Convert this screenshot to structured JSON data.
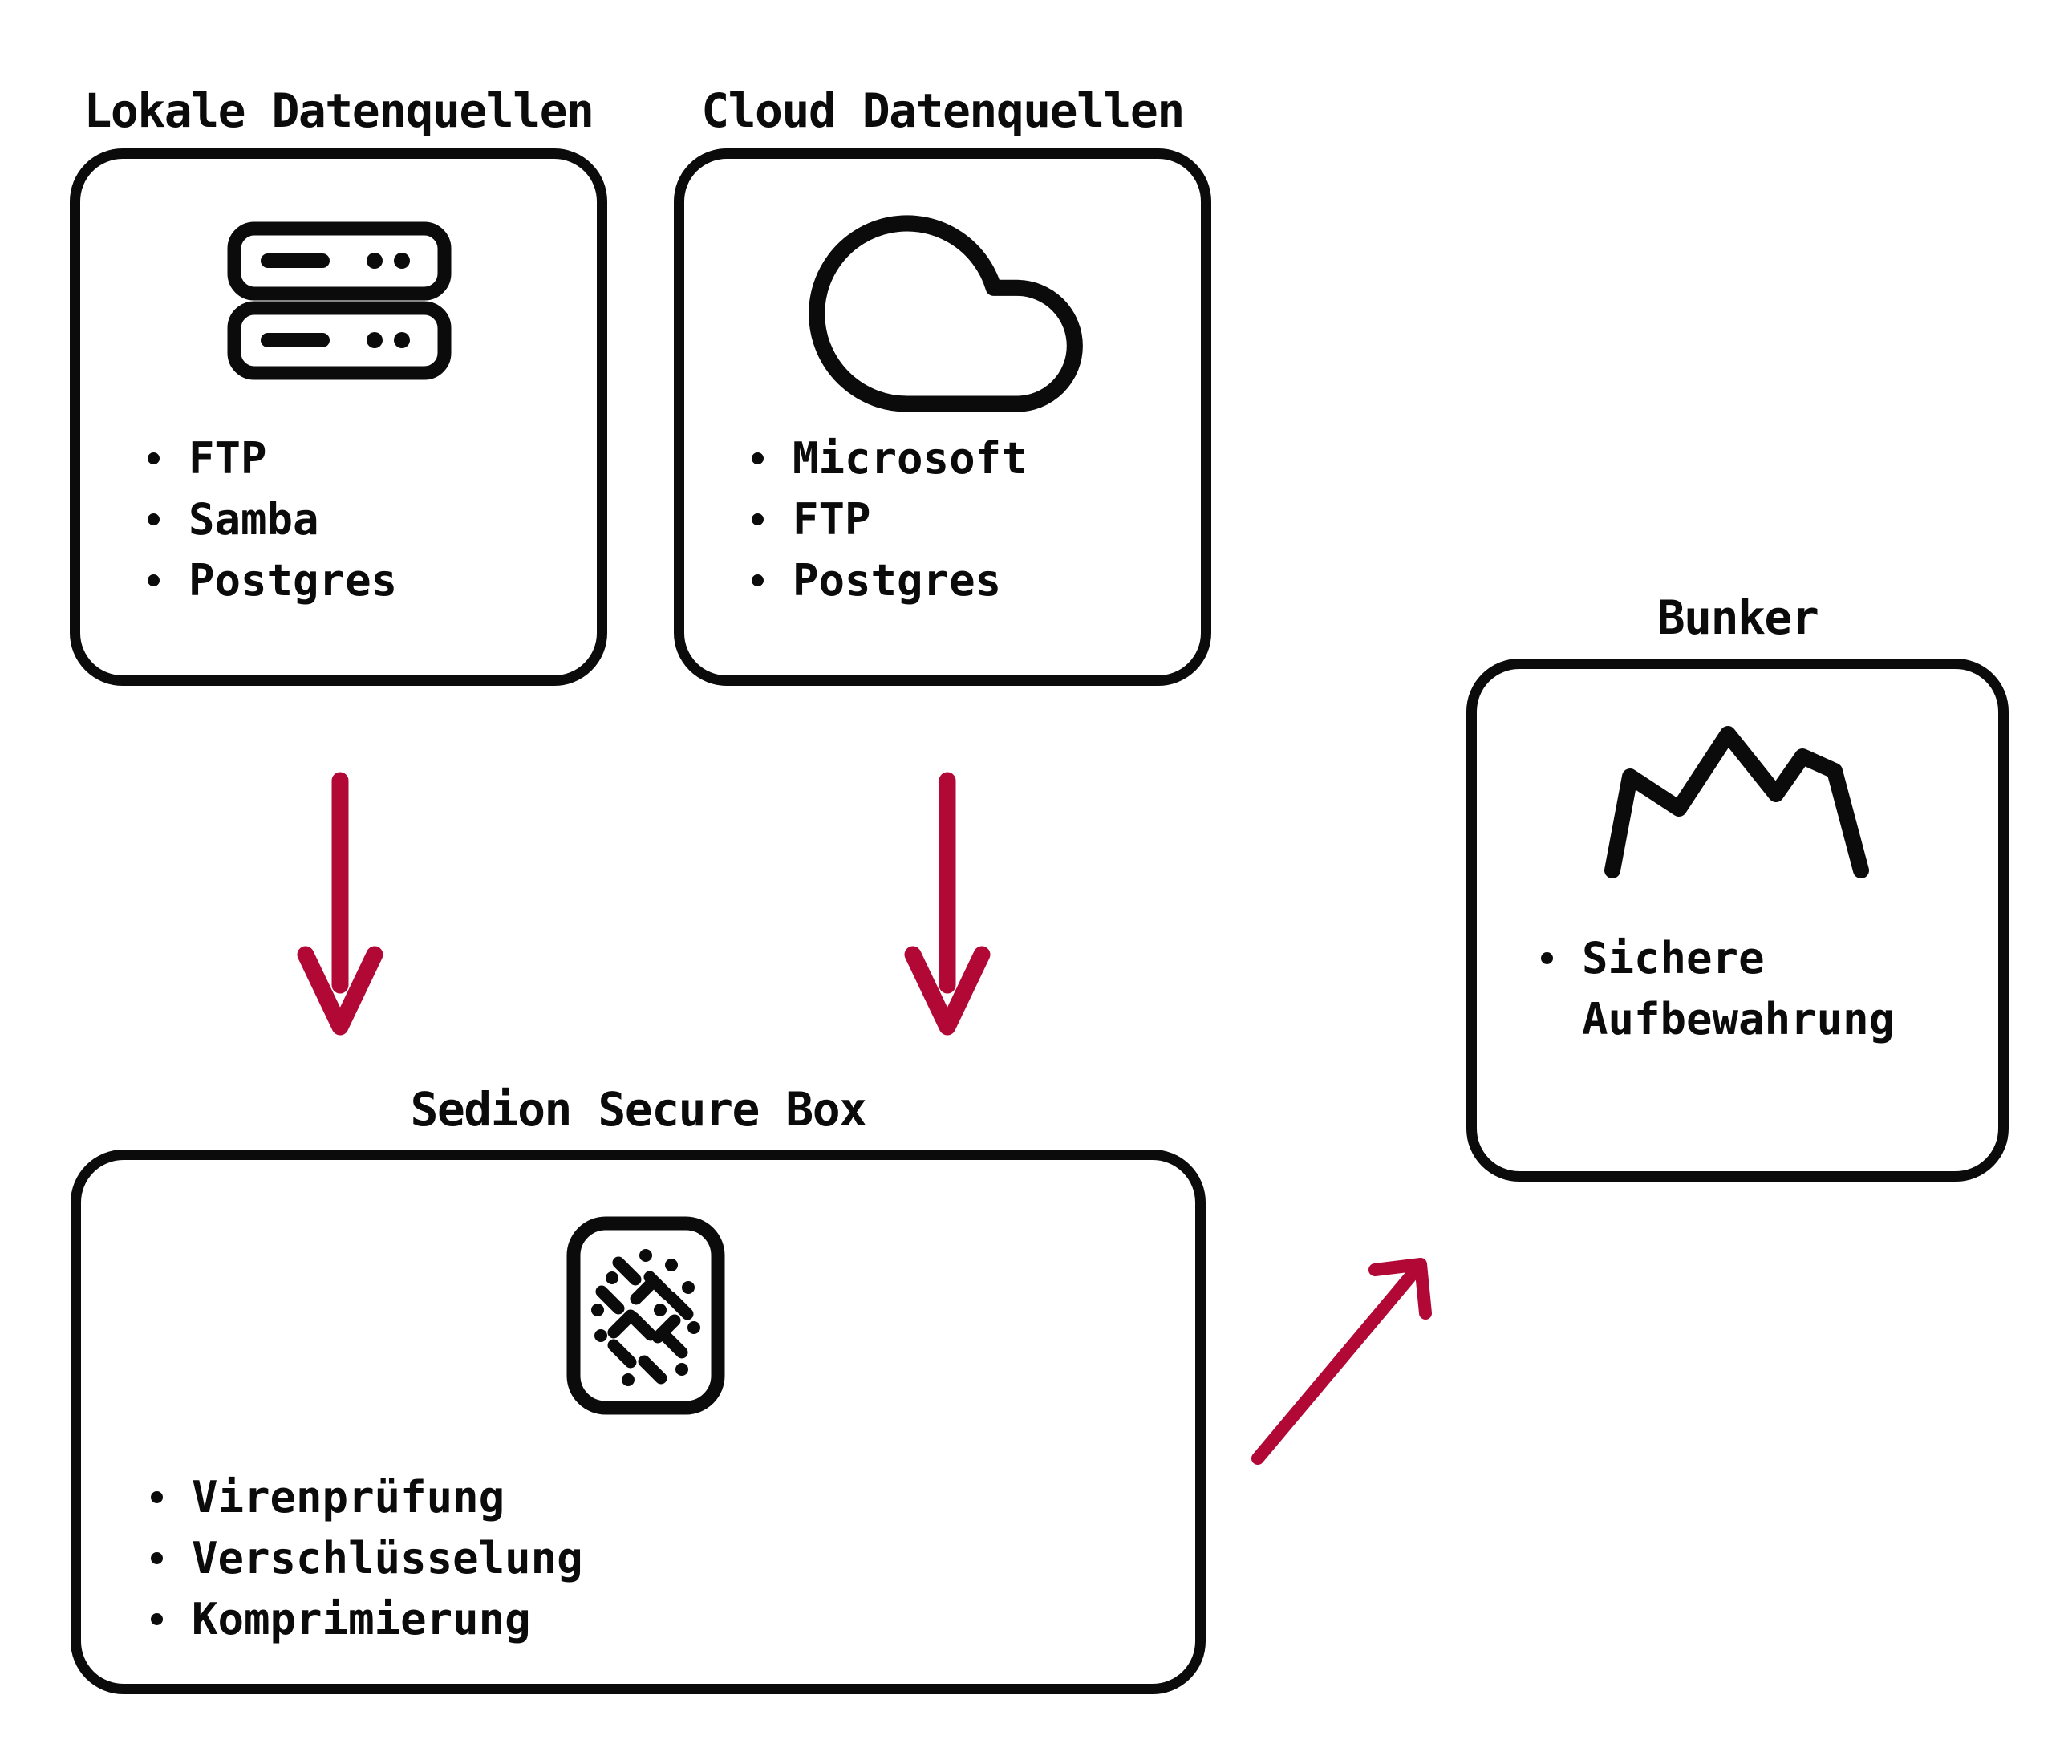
{
  "colors": {
    "ink": "#0b0b0b",
    "arrow": "#b20836",
    "background": "#ffffff"
  },
  "nodes": {
    "local": {
      "title": "Lokale Datenquellen",
      "icon": "server-icon",
      "items": [
        "FTP",
        "Samba",
        "Postgres"
      ]
    },
    "cloud": {
      "title": "Cloud Datenquellen",
      "icon": "cloud-icon",
      "items": [
        "Microsoft",
        "FTP",
        "Postgres"
      ]
    },
    "securebox": {
      "title": "Sedion Secure Box",
      "icon": "noise-card-icon",
      "items": [
        "Virenprüfung",
        "Verschlüsselung",
        "Komprimierung"
      ]
    },
    "bunker": {
      "title": "Bunker",
      "icon": "mountain-icon",
      "items": [
        "Sichere Aufbewahrung"
      ]
    }
  },
  "arrows": [
    {
      "from": "Lokale Datenquellen",
      "to": "Sedion Secure Box",
      "style": "down"
    },
    {
      "from": "Cloud Datenquellen",
      "to": "Sedion Secure Box",
      "style": "down"
    },
    {
      "from": "Sedion Secure Box",
      "to": "Bunker",
      "style": "diagonal-up-right"
    }
  ]
}
